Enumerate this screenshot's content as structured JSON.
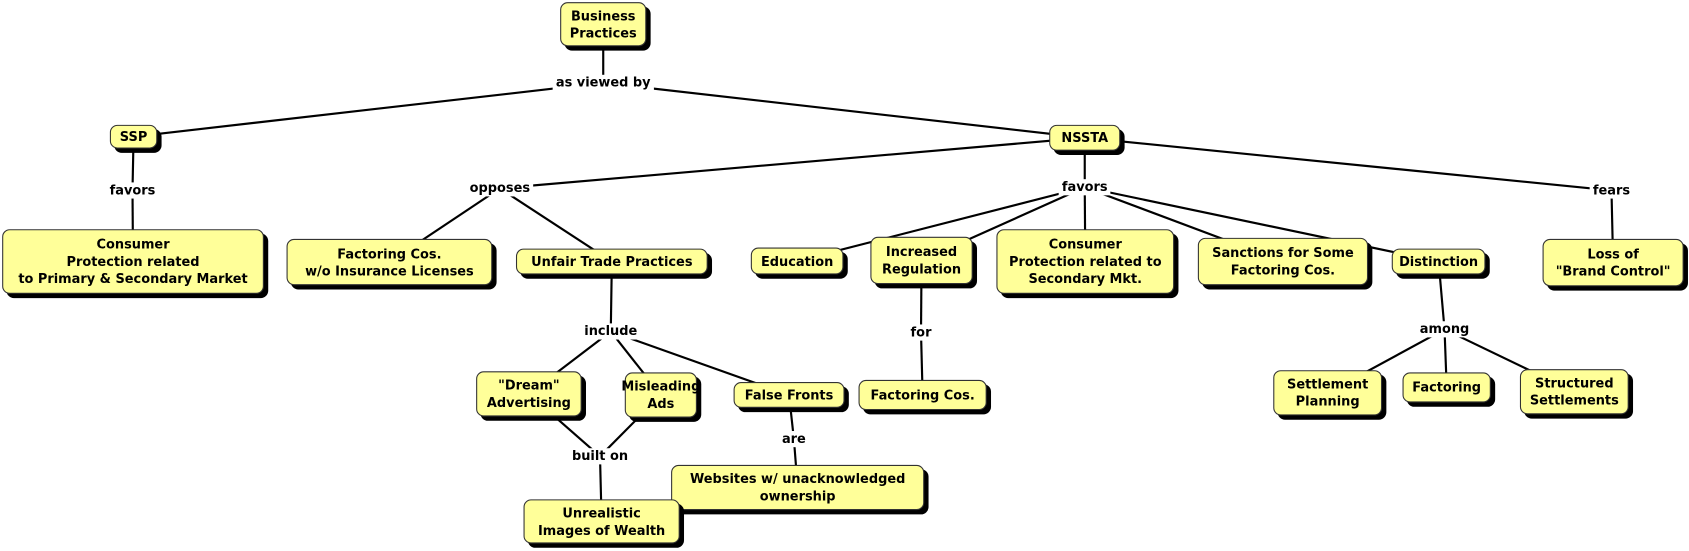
{
  "colors": {
    "node_fill": "#ffff99",
    "node_shadow": "#000000",
    "edge": "#000000"
  },
  "nodes": [
    {
      "id": "business",
      "label": "Business\nPractices"
    },
    {
      "id": "ssp",
      "label": "SSP"
    },
    {
      "id": "nssta",
      "label": "NSSTA"
    },
    {
      "id": "consumer1",
      "label": "Consumer\nProtection related\nto Primary & Secondary Market"
    },
    {
      "id": "factoring_noins",
      "label": "Factoring Cos.\nw/o Insurance Licenses"
    },
    {
      "id": "unfair",
      "label": "Unfair Trade Practices"
    },
    {
      "id": "education",
      "label": "Education"
    },
    {
      "id": "increased",
      "label": "Increased\nRegulation"
    },
    {
      "id": "consumer2",
      "label": "Consumer\nProtection related to\nSecondary Mkt."
    },
    {
      "id": "sanctions",
      "label": "Sanctions for Some\nFactoring Cos."
    },
    {
      "id": "distinction",
      "label": "Distinction"
    },
    {
      "id": "loss",
      "label": "Loss of\n\"Brand Control\""
    },
    {
      "id": "dream",
      "label": "\"Dream\"\nAdvertising"
    },
    {
      "id": "misleading",
      "label": "Misleading\nAds"
    },
    {
      "id": "falsefronts",
      "label": "False Fronts"
    },
    {
      "id": "factoringcos",
      "label": "Factoring Cos."
    },
    {
      "id": "websites",
      "label": "Websites w/ unacknowledged\nownership"
    },
    {
      "id": "unrealistic",
      "label": "Unrealistic\nImages of Wealth"
    },
    {
      "id": "settlement",
      "label": "Settlement\nPlanning"
    },
    {
      "id": "factoring",
      "label": "Factoring"
    },
    {
      "id": "structured",
      "label": "Structured\nSettlements"
    }
  ],
  "links": [
    {
      "id": "asviewed",
      "label": "as viewed by",
      "from": [
        "business"
      ],
      "to": [
        "ssp",
        "nssta"
      ]
    },
    {
      "id": "sspfavors",
      "label": "favors",
      "from": [
        "ssp"
      ],
      "to": [
        "consumer1"
      ]
    },
    {
      "id": "opposes",
      "label": "opposes",
      "from": [
        "nssta"
      ],
      "to": [
        "factoring_noins",
        "unfair"
      ]
    },
    {
      "id": "nsstafavors",
      "label": "favors",
      "from": [
        "nssta"
      ],
      "to": [
        "education",
        "increased",
        "consumer2",
        "sanctions",
        "distinction"
      ]
    },
    {
      "id": "fears",
      "label": "fears",
      "from": [
        "nssta"
      ],
      "to": [
        "loss"
      ]
    },
    {
      "id": "include",
      "label": "include",
      "from": [
        "unfair"
      ],
      "to": [
        "dream",
        "misleading",
        "falsefronts"
      ]
    },
    {
      "id": "for",
      "label": "for",
      "from": [
        "increased"
      ],
      "to": [
        "factoringcos"
      ]
    },
    {
      "id": "among",
      "label": "among",
      "from": [
        "distinction"
      ],
      "to": [
        "settlement",
        "factoring",
        "structured"
      ]
    },
    {
      "id": "builton",
      "label": "built on",
      "from": [
        "dream",
        "misleading"
      ],
      "to": [
        "unrealistic"
      ]
    },
    {
      "id": "are",
      "label": "are",
      "from": [
        "falsefronts"
      ],
      "to": [
        "websites"
      ]
    }
  ]
}
